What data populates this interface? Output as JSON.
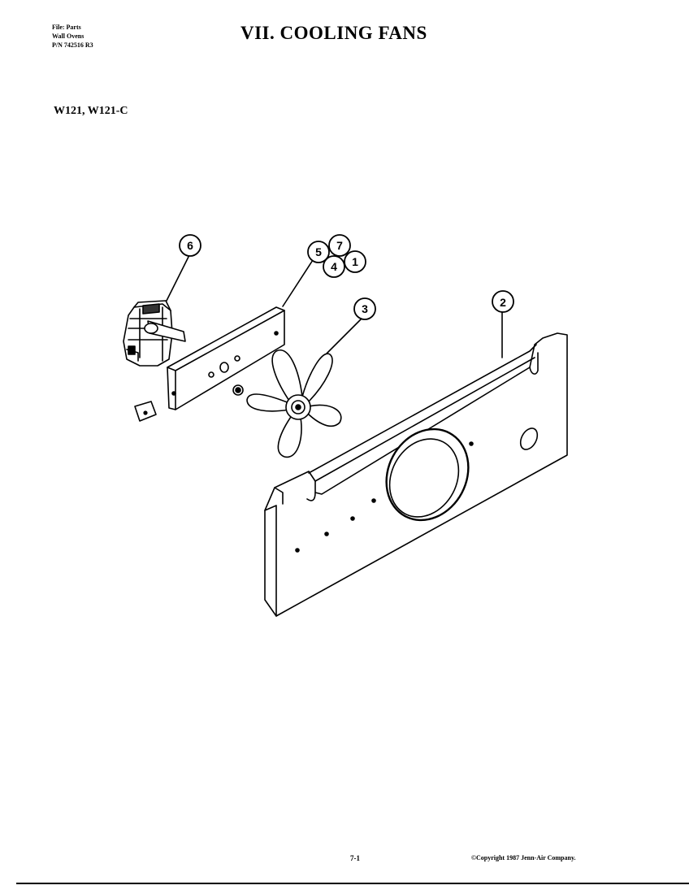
{
  "header": {
    "file_line": "File: Parts",
    "category_line": "Wall Ovens",
    "part_number_line": "P/N 742516 R3",
    "title": "VII.  COOLING FANS"
  },
  "models": "W121, W121-C",
  "callouts": {
    "motor": "6",
    "bracket_5": "5",
    "bracket_7": "7",
    "bracket_4": "4",
    "bracket_1": "1",
    "fan_blade": "3",
    "panel": "2"
  },
  "footer": {
    "page_number": "7-1",
    "copyright": "©Copyright 1987 Jenn-Air Company."
  }
}
